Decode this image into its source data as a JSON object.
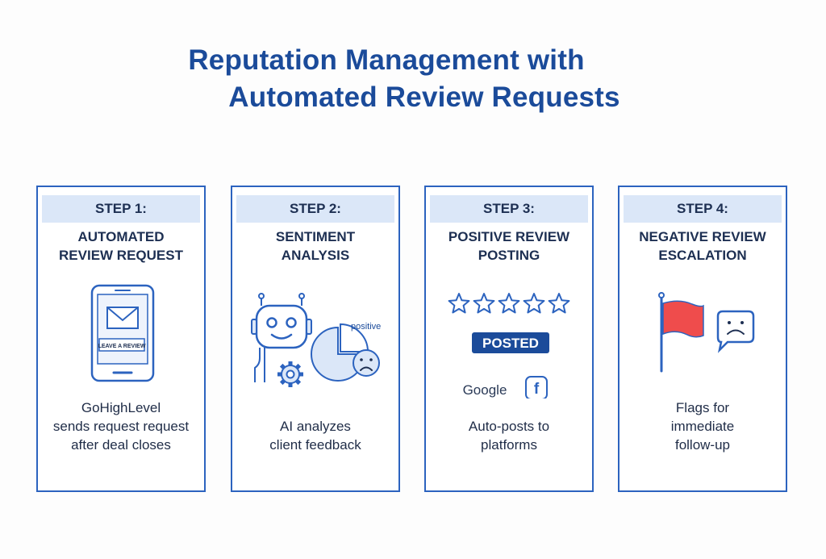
{
  "title": {
    "line1": "Reputation Management with",
    "line2": "Automated Review Requests"
  },
  "colors": {
    "title": "#1b4b9a",
    "border": "#2c63bf",
    "band": "#dbe7f8",
    "icon_stroke": "#2c63bf",
    "icon_fill": "#dbe7f8",
    "flag": "#ef4c4c",
    "posted_badge": "#1b4b9a"
  },
  "steps": [
    {
      "label": "STEP 1:",
      "heading": [
        "AUTOMATED",
        "REVIEW REQUEST"
      ],
      "icons": [
        "smartphone-icon",
        "envelope-icon"
      ],
      "screen_button_text": "LEAVE A REVIEW",
      "description": [
        "GoHighLevel",
        "sends request request",
        "after deal closes"
      ]
    },
    {
      "label": "STEP 2:",
      "heading": [
        "SENTIMENT",
        "ANALYSIS"
      ],
      "icons": [
        "robot-icon",
        "gear-icon",
        "pie-chart-icon",
        "sad-face-icon"
      ],
      "chart_label": "positive",
      "description": [
        "AI analyzes",
        "client feedback"
      ]
    },
    {
      "label": "STEP 3:",
      "heading": [
        "POSITIVE REVIEW",
        "POSTING"
      ],
      "icons": [
        "star-icon",
        "google-logo",
        "facebook-icon"
      ],
      "stars": 5,
      "badge": "POSTED",
      "platform_google": "Google",
      "description": [
        "Auto-posts to",
        "platforms"
      ]
    },
    {
      "label": "STEP 4:",
      "heading": [
        "NEGATIVE REVIEW",
        "ESCALATION"
      ],
      "icons": [
        "red-flag-icon",
        "sad-face-speech-bubble-icon"
      ],
      "description": [
        "Flags for",
        "immediate",
        "follow-up"
      ]
    }
  ]
}
